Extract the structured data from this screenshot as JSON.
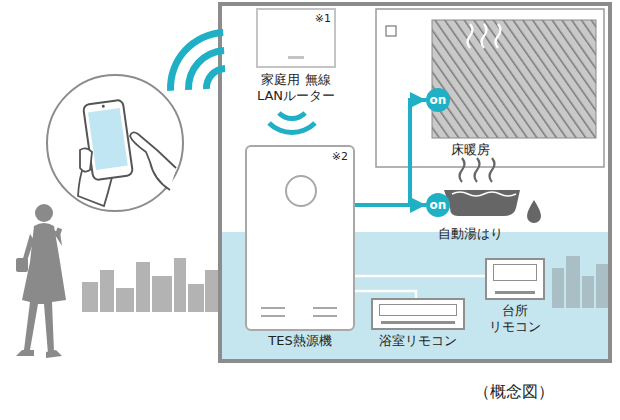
{
  "diagram": {
    "caption": "（概念図）",
    "nodes": [
      {
        "text": [
          "※1",
          "家庭用 無線 LANルーター"
        ]
      },
      {
        "text": [
          "on"
        ]
      },
      {
        "text": [
          "床暖房"
        ]
      },
      {
        "text": [
          "※2",
          "TES熱源機"
        ]
      },
      {
        "text": [
          "on"
        ]
      },
      {
        "text": [
          "自動湯はり"
        ]
      },
      {
        "text": [
          "台所 リモコン"
        ]
      },
      {
        "text": [
          "浴室リモコン"
        ]
      }
    ],
    "edges": [
      {
        "from": 3,
        "to": 1,
        "arrow": "to"
      },
      {
        "from": 3,
        "to": 4,
        "arrow": "to"
      },
      {
        "from": 3,
        "to": 6,
        "arrow": "none"
      },
      {
        "from": 3,
        "to": 7,
        "arrow": "none"
      }
    ]
  }
}
